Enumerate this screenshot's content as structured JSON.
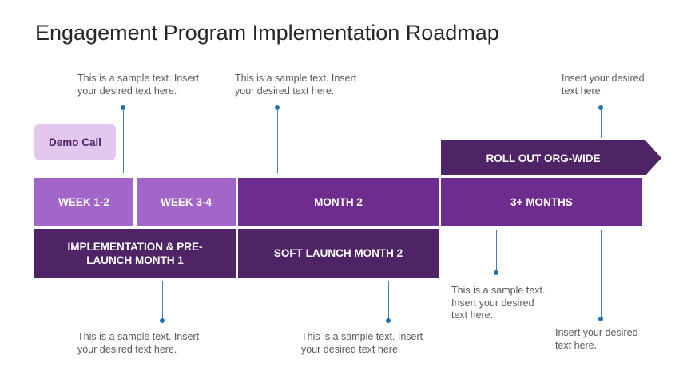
{
  "title": "Engagement Program Implementation Roadmap",
  "notes": {
    "top_left": "This is a sample text. Insert your desired text here.",
    "top_mid": "This is a sample text. Insert your desired text here.",
    "top_right": "Insert your desired text here.",
    "bottom_left": "This is a sample text. Insert your desired text here.",
    "bottom_mid": "This is a sample text. Insert your desired text here.",
    "bottom_right1": "This is a sample text. Insert your desired text here.",
    "bottom_right2": "Insert your desired text here."
  },
  "boxes": {
    "demo_call": "Demo Call",
    "week_1_2": "WEEK 1-2",
    "week_3_4": "WEEK 3-4",
    "month_2": "MONTH 2",
    "months_3_plus": "3+ MONTHS",
    "roll_out": "ROLL OUT ORG-WIDE",
    "implementation": "IMPLEMENTATION & PRE-LAUNCH MONTH 1",
    "soft_launch": "SOFT LAUNCH MONTH 2"
  },
  "colors": {
    "light_purple": "#a266c8",
    "mid_purple": "#6f2c8f",
    "dark_purple": "#4e2466",
    "demo_bg": "#e2c8ee",
    "connector": "#1f6fb0"
  }
}
